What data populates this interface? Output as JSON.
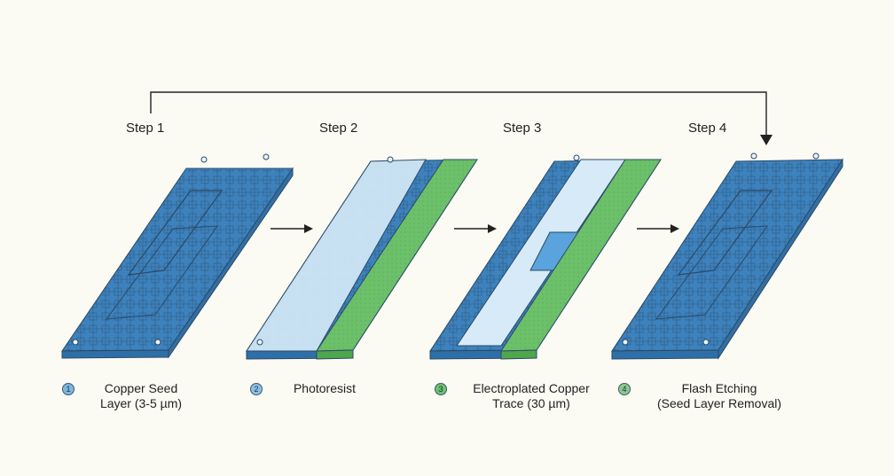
{
  "steps": [
    {
      "label": "Step 1"
    },
    {
      "label": "Step 2"
    },
    {
      "label": "Step 3"
    },
    {
      "label": "Step 4"
    }
  ],
  "legend": [
    {
      "num": "1",
      "line1": "Copper Seed",
      "line2": "Layer (3-5 µm)",
      "color": "#7fb5dd"
    },
    {
      "num": "2",
      "line1": "Photoresist",
      "line2": "",
      "color": "#8dbfe2"
    },
    {
      "num": "3",
      "line1": "Electroplated Copper",
      "line2": "Trace (30 µm)",
      "color": "#6dc26a"
    },
    {
      "num": "4",
      "line1": "Flash Etching",
      "line2": "(Seed Layer Removal)",
      "color": "#8ec98a"
    }
  ],
  "colors": {
    "copper_seed": "#5aa3dc",
    "board_edge": "#3d82bd",
    "photoresist": "#cfe6f5",
    "electroplated": "#6cc06a",
    "outline": "#2a4a68",
    "arrow": "#222222"
  }
}
